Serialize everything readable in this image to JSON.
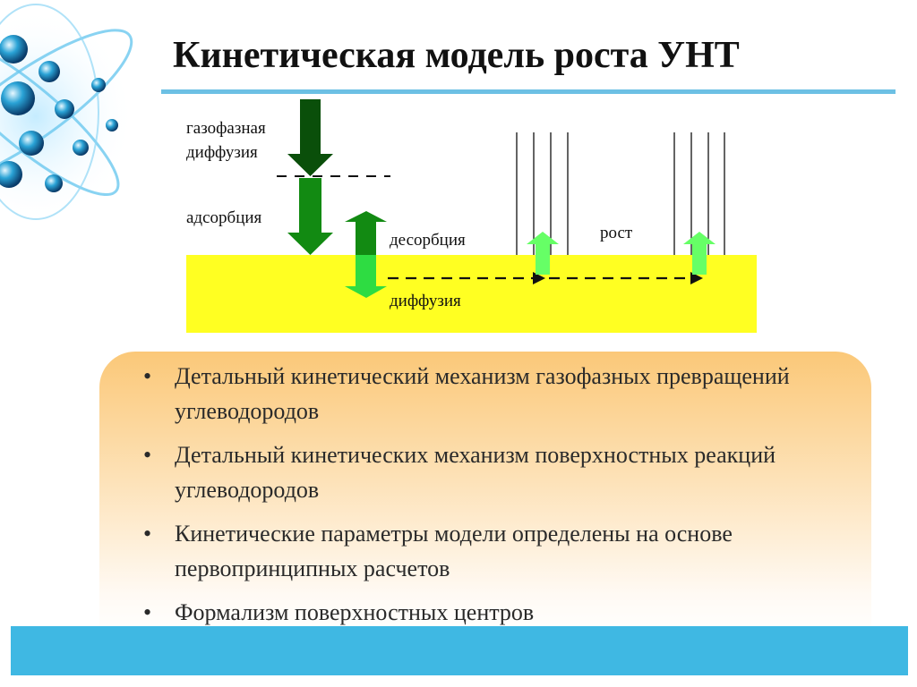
{
  "slide": {
    "title": "Кинетическая модель роста УНТ",
    "accent_color": "#6cc0e4",
    "footer_color": "#3fb8e3"
  },
  "diagram": {
    "labels": {
      "gas_diffusion_line1": "газофазная",
      "gas_diffusion_line2": "диффузия",
      "adsorption": "адсорбция",
      "desorption": "десорбция",
      "growth": "рост",
      "diffusion": "диффузия"
    },
    "colors": {
      "substrate": "#ffff22",
      "dark_green": "#0a4f0a",
      "medium_green": "#128a12",
      "bright_green": "#2edc42",
      "light_green": "#66ff66"
    }
  },
  "panel": {
    "bullet_char": "•",
    "bullets": [
      "Детальный кинетический механизм газофазных превращений углеводородов",
      "Детальный кинетических механизм поверхностных реакций углеводородов",
      "Кинетические параметры модели определены на основе первопринципных расчетов",
      "Формализм поверхностных центров"
    ]
  }
}
